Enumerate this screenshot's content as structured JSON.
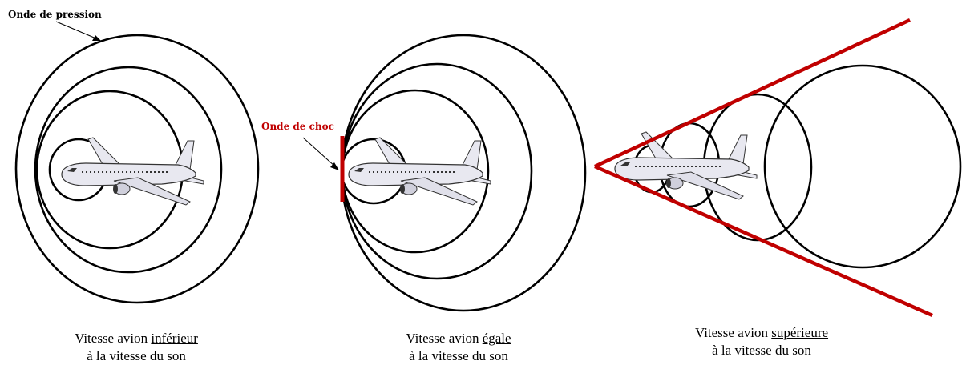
{
  "labels": {
    "pressure_wave": "Onde de pression",
    "shock_wave": "Onde de choc"
  },
  "captions": {
    "subsonic": {
      "prefix": "Vitesse avion ",
      "emph": "inférieur",
      "line2": "à la vitesse du son"
    },
    "sonic": {
      "prefix": "Vitesse avion ",
      "emph": "égale",
      "line2": "à la vitesse du son"
    },
    "supersonic": {
      "prefix": "Vitesse avion ",
      "emph": "supérieure",
      "line2": "à la vitesse du son"
    }
  },
  "colors": {
    "wave": "#000000",
    "shock": "#c00000",
    "plane_body": "#e6e6f0",
    "plane_outline": "#333333"
  }
}
